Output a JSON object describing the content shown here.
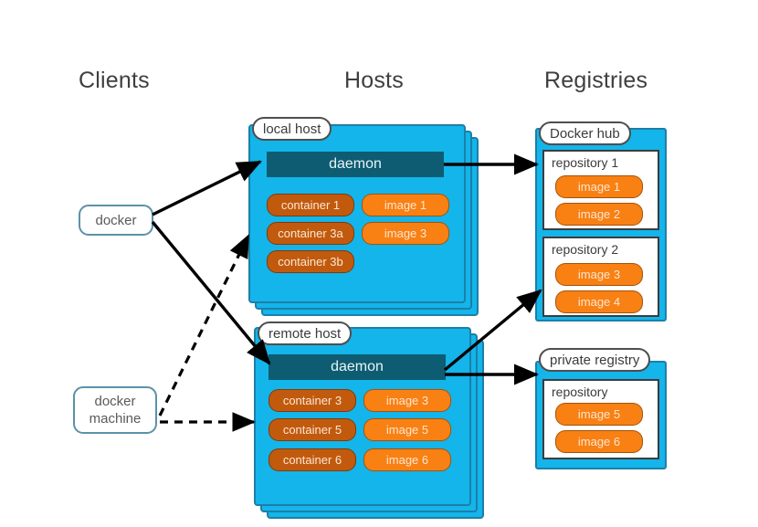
{
  "columns": [
    {
      "label": "Clients"
    },
    {
      "label": "Hosts"
    },
    {
      "label": "Registries"
    }
  ],
  "clients": [
    {
      "name": "docker",
      "line1": "docker",
      "line2": ""
    },
    {
      "name": "docker-machine",
      "line1": "docker",
      "line2": "machine"
    }
  ],
  "hosts": [
    {
      "label": "local host",
      "daemon": "daemon",
      "containers": [
        "container 1",
        "container 3a",
        "container 3b"
      ],
      "images": [
        "image 1",
        "image 3"
      ]
    },
    {
      "label": "remote host",
      "daemon": "daemon",
      "containers": [
        "container 3",
        "container 5",
        "container 6"
      ],
      "images": [
        "image 3",
        "image 5",
        "image 6"
      ]
    }
  ],
  "registries": [
    {
      "label": "Docker hub",
      "repositories": [
        {
          "title": "repository 1",
          "images": [
            "image 1",
            "image 2"
          ]
        },
        {
          "title": "repository 2",
          "images": [
            "image 3",
            "image 4"
          ]
        }
      ]
    },
    {
      "label": "private registry",
      "repositories": [
        {
          "title": "repository",
          "images": [
            "image 5",
            "image 6"
          ]
        }
      ]
    }
  ],
  "colors": {
    "host_blue": "#13b5ea",
    "host_border": "#1c7fa8",
    "daemon_teal": "#0d5c71",
    "container_orange": "#c25a0e",
    "image_orange": "#f98012",
    "client_border": "#5b92a8",
    "arrow_black": "#000000",
    "background": "#ffffff"
  },
  "connections": [
    {
      "name": "docker-to-local-daemon",
      "style": "solid"
    },
    {
      "name": "docker-to-remote-daemon",
      "style": "solid"
    },
    {
      "name": "docker-machine-to-local-host",
      "style": "dashed"
    },
    {
      "name": "docker-machine-to-remote-host",
      "style": "dashed"
    },
    {
      "name": "local-daemon-to-repository-1",
      "style": "solid"
    },
    {
      "name": "remote-daemon-to-repository-2",
      "style": "solid"
    },
    {
      "name": "remote-daemon-to-private-registry",
      "style": "solid"
    }
  ]
}
